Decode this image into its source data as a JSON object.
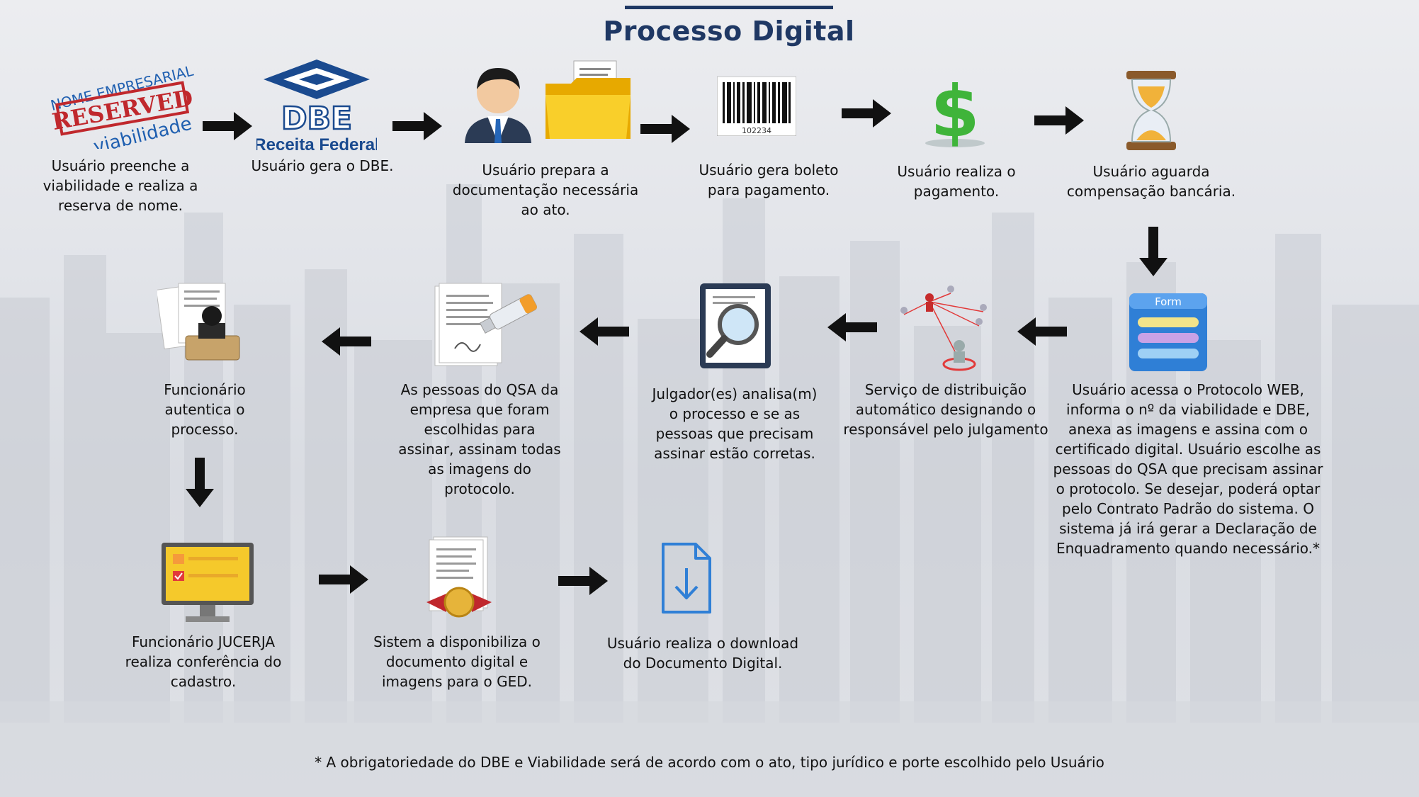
{
  "title": "Processo Digital",
  "logos": {
    "reserved_top": "NOME EMPRESARIAL",
    "reserved_stamp": "RESERVED",
    "reserved_bottom": "viabilidade",
    "dbe": "DBE",
    "receita": "Receita Federal",
    "barcode_number": "102234",
    "form_label": "Form"
  },
  "steps": [
    {
      "id": "s1",
      "text": "Usuário preenche a viabilidade e realiza a reserva de nome."
    },
    {
      "id": "s2",
      "text": "Usuário gera o DBE."
    },
    {
      "id": "s3",
      "text": "Usuário prepara a documentação necessária ao ato."
    },
    {
      "id": "s4",
      "text": "Usuário gera boleto para pagamento."
    },
    {
      "id": "s5",
      "text": "Usuário realiza o pagamento."
    },
    {
      "id": "s6",
      "text": "Usuário aguarda compensação bancária."
    },
    {
      "id": "s7",
      "text": "Usuário acessa o Protocolo WEB, informa o nº da viabilidade e DBE, anexa as imagens e assina com o certificado digital. Usuário escolhe as pessoas do QSA que precisam  assinar o protocolo. Se desejar, poderá optar pelo Contrato Padrão do sistema. O sistema já irá gerar a Declaração de Enquadramento quando necessário.*"
    },
    {
      "id": "s8",
      "text": "Serviço de distribuição automático designando o responsável pelo julgamento"
    },
    {
      "id": "s9",
      "text": "Julgador(es) analisa(m) o processo e se as pessoas que precisam assinar estão corretas."
    },
    {
      "id": "s10",
      "text": "As pessoas do QSA da empresa que foram escolhidas para assinar, assinam todas as imagens do protocolo."
    },
    {
      "id": "s11",
      "text": "Funcionário autentica o processo."
    },
    {
      "id": "s12",
      "text": "Funcionário JUCERJA realiza conferência do cadastro."
    },
    {
      "id": "s13",
      "text": "Sistem a disponibiliza o documento digital e imagens para o GED."
    },
    {
      "id": "s14",
      "text": "Usuário realiza o download do Documento Digital."
    }
  ],
  "footnote": "* A obrigatoriedade do DBE e Viabilidade será de acordo com o ato, tipo jurídico e porte escolhido pelo Usuário",
  "colors": {
    "title": "#1f3864",
    "arrow": "#111111",
    "stamp_red": "#c0282d",
    "stamp_blue": "#1f5fb0",
    "dbe_blue": "#1a4a8f",
    "dollar_green": "#3fb43a",
    "folder_yellow": "#f5c518",
    "download_blue": "#2f7fd6"
  }
}
